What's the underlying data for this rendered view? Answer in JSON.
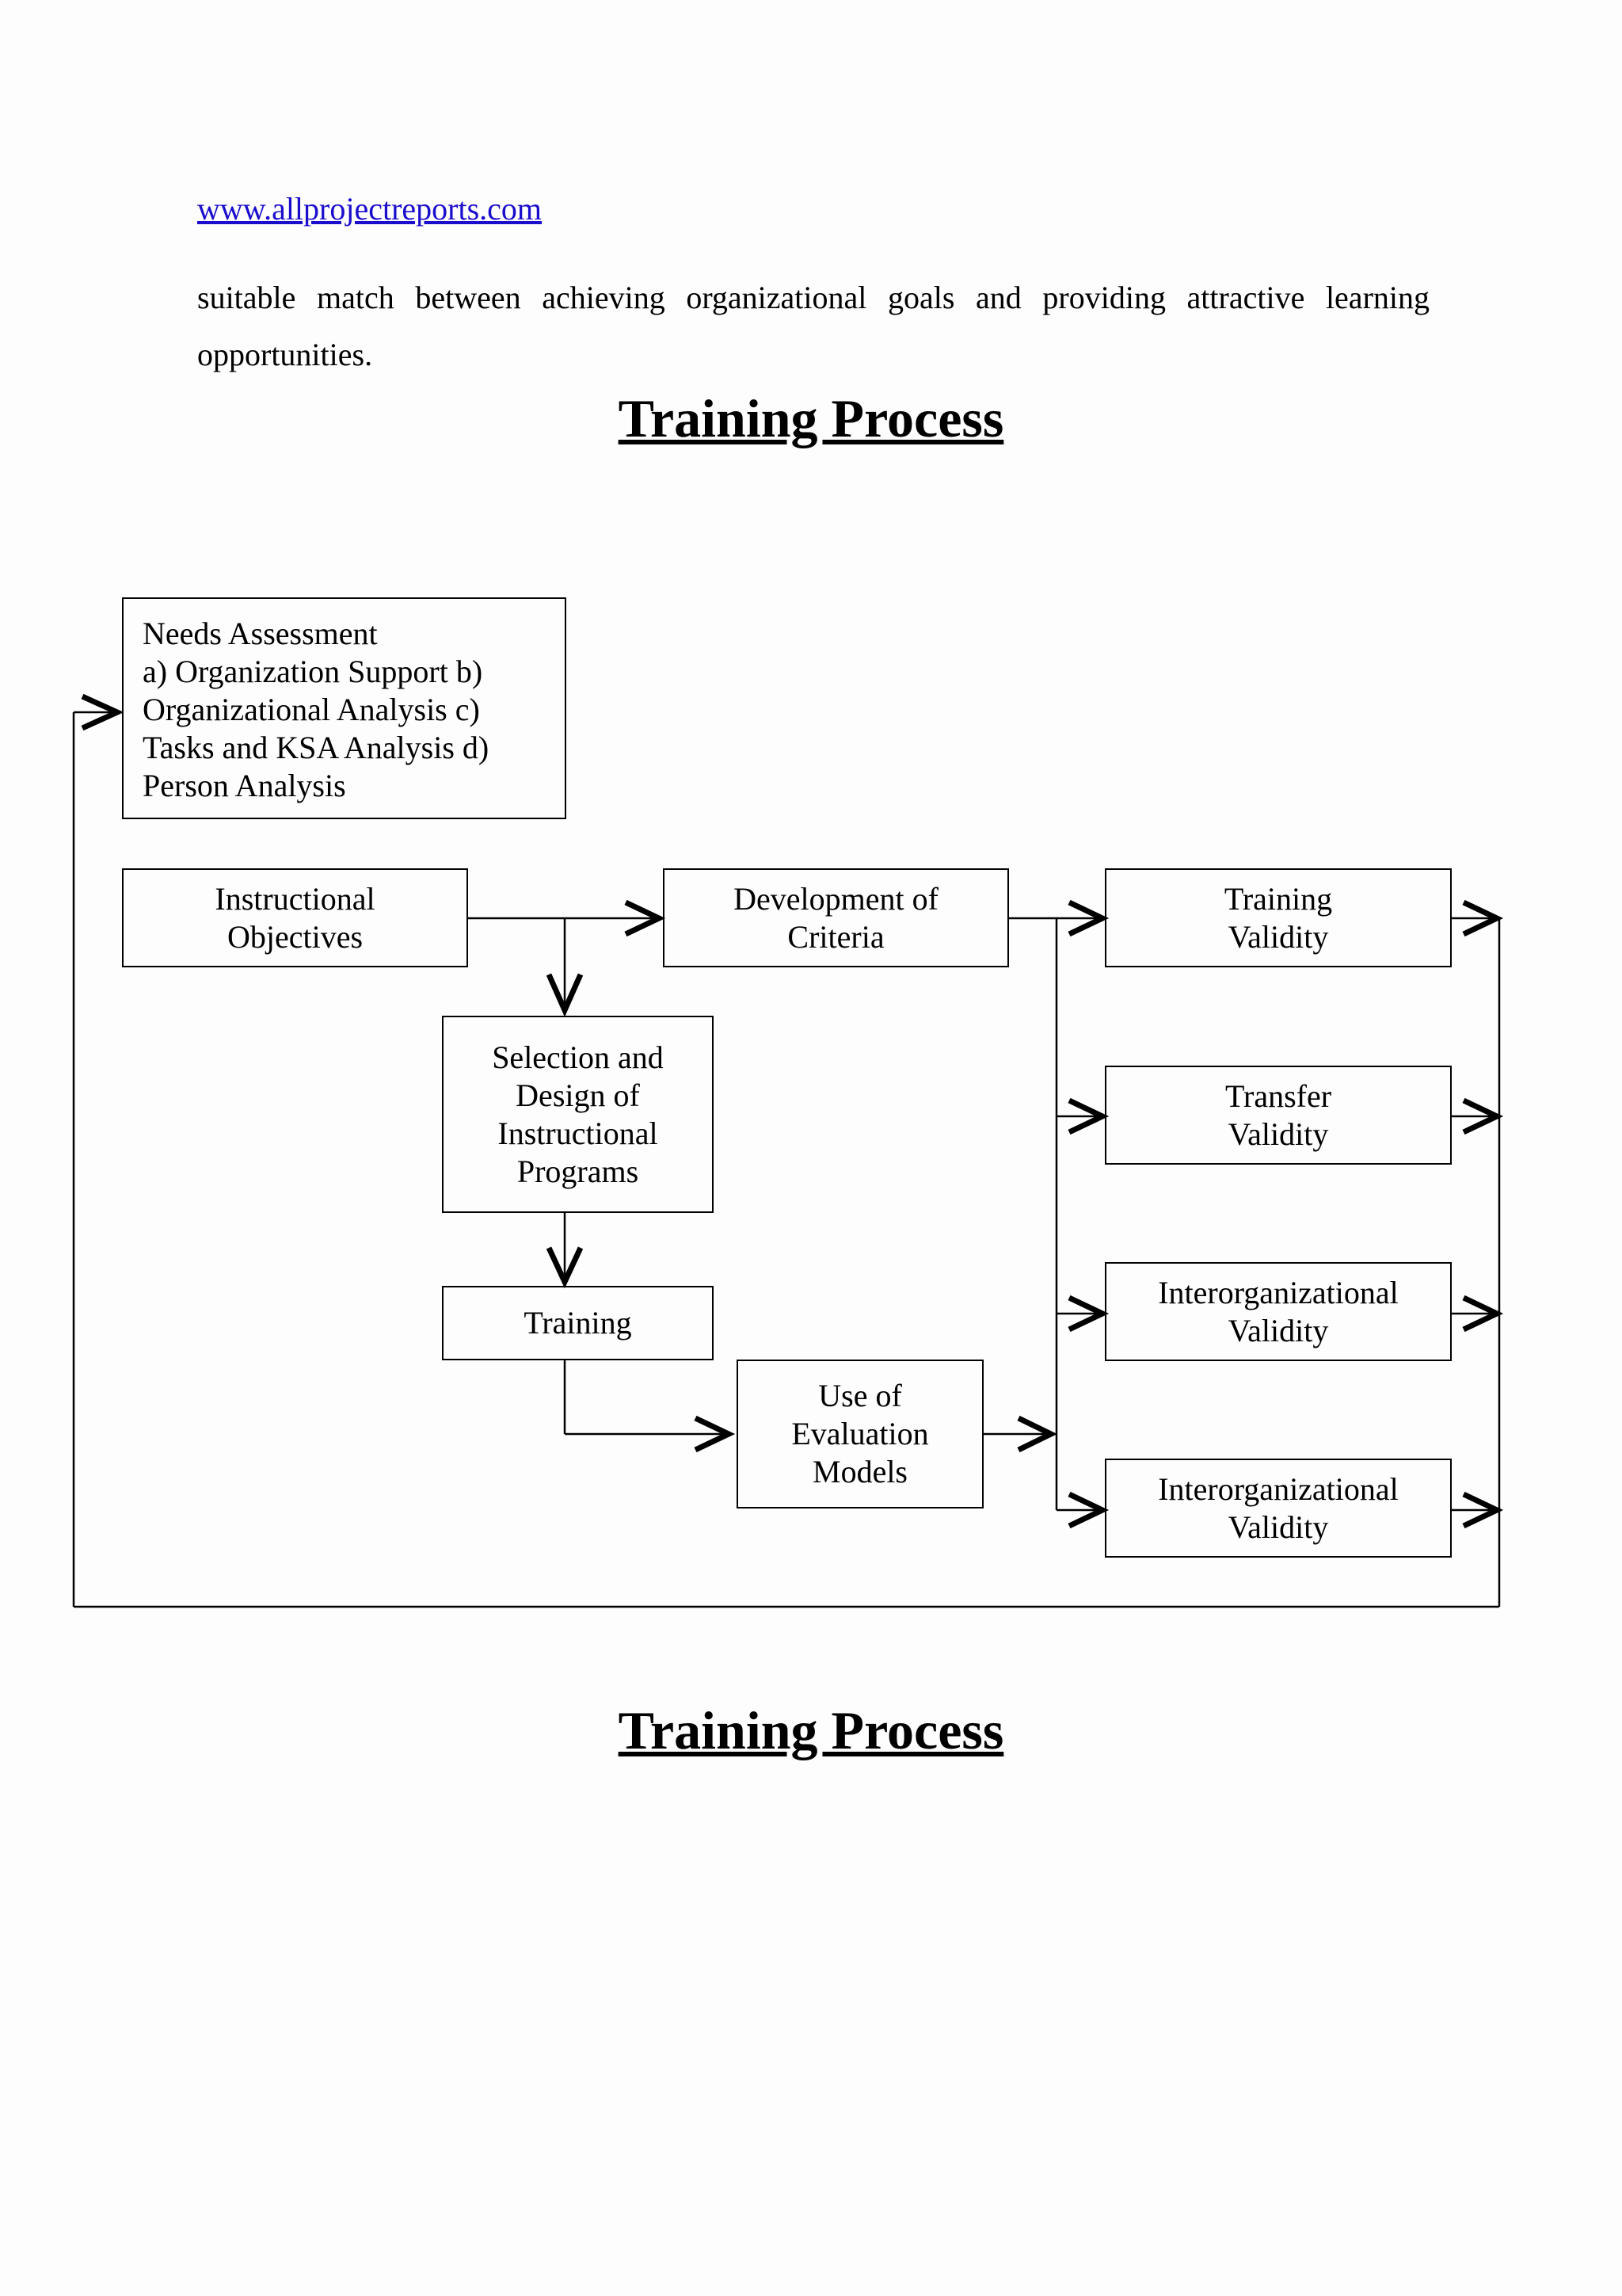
{
  "header": {
    "site_link": "www.allprojectreports.com"
  },
  "body": {
    "paragraph": "suitable match between achieving organizational goals and providing attractive learning opportunities."
  },
  "titles": {
    "top": "Training Process",
    "bottom": "Training Process"
  },
  "diagram": {
    "needs_assessment": "Needs Assessment\na)   Organization Support b)\nOrganizational Analysis c)\nTasks and KSA Analysis d)\nPerson Analysis",
    "instructional_objectives": "Instructional\nObjectives",
    "development_of_criteria": "Development of\nCriteria",
    "selection_design": "Selection and\nDesign of\nInstructional\nPrograms",
    "training": "Training",
    "use_of_evaluation_models": "Use of\nEvaluation\nModels",
    "training_validity": "Training\n Validity",
    "transfer_validity": "Transfer\n Validity",
    "interorganizational_validity_1": "Interorganizational\n Validity",
    "interorganizational_validity_2": "Interorganizational\n Validity"
  }
}
